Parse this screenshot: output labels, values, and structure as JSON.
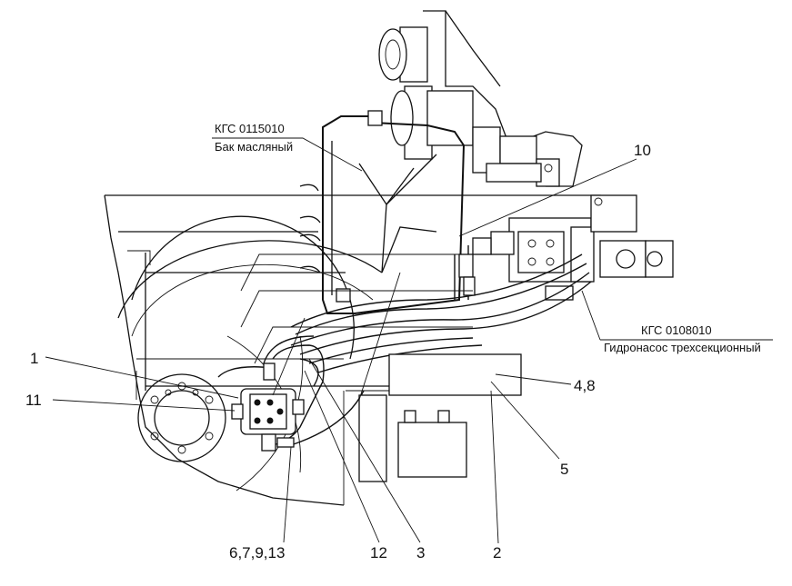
{
  "callouts": {
    "c1": "1",
    "c11": "11",
    "c10": "10",
    "c48": "4,8",
    "c5": "5",
    "c2": "2",
    "c3": "3",
    "c12": "12",
    "c67913": "6,7,9,13"
  },
  "labels": {
    "tank_code": "КГС 0115010",
    "tank_name": "Бак масляный",
    "pump_code": "КГС 0108010",
    "pump_name": "Гидронасос трехсекционный"
  }
}
